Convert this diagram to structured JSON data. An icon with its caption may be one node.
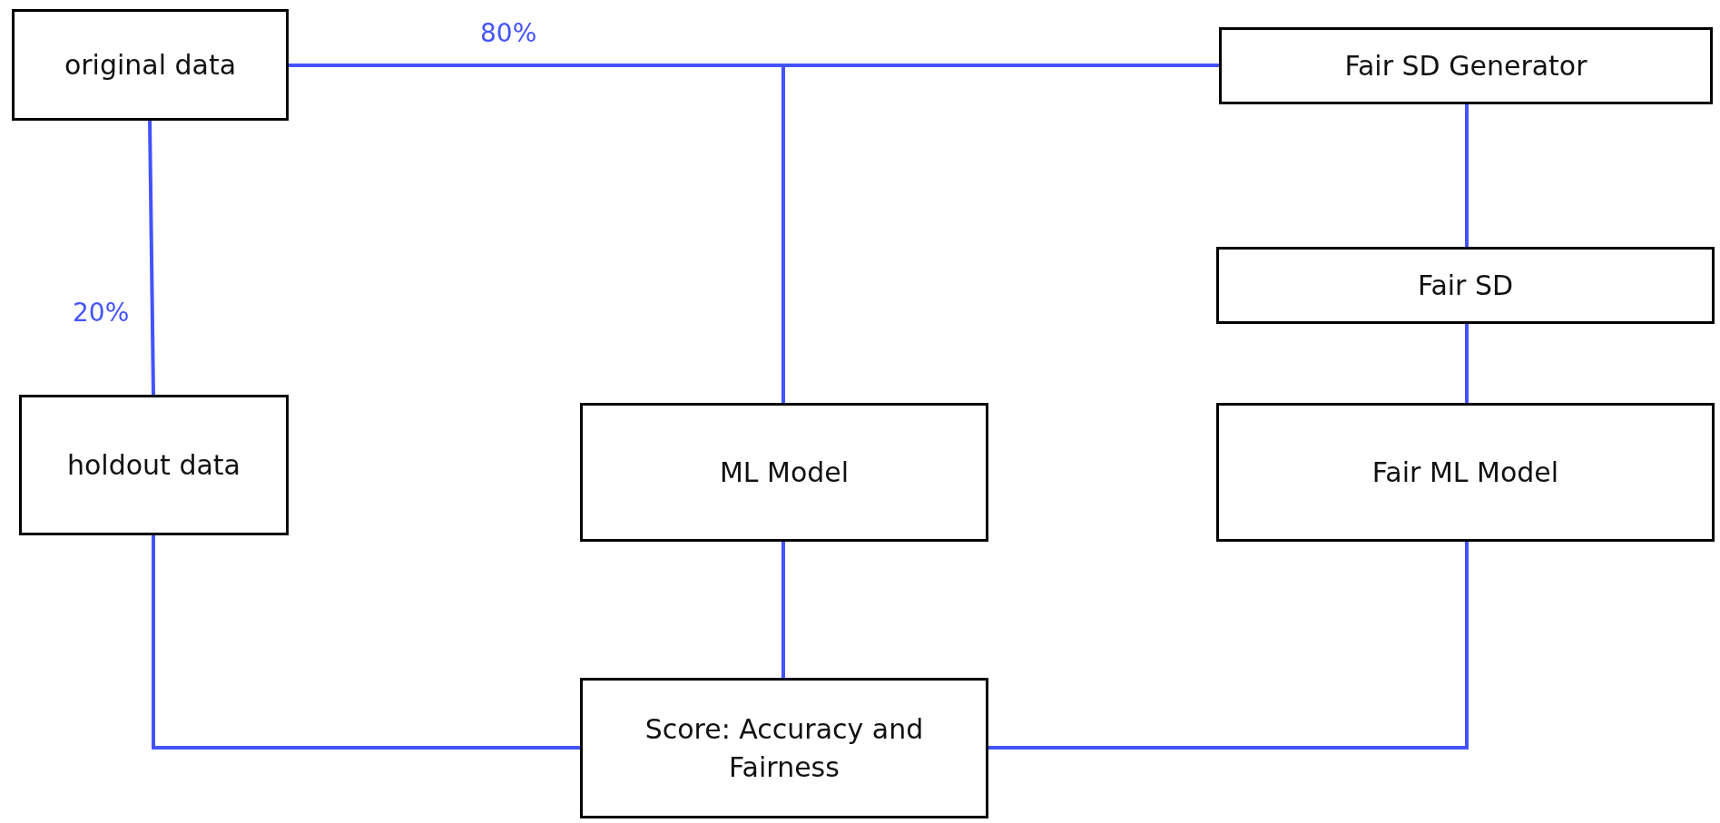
{
  "diagram": {
    "nodes": [
      {
        "text": [
          "original data"
        ]
      },
      {
        "text": [
          "Fair SD Generator"
        ]
      },
      {
        "text": [
          "Fair SD"
        ]
      },
      {
        "text": [
          "holdout data"
        ]
      },
      {
        "text": [
          "ML Model"
        ]
      },
      {
        "text": [
          "Fair ML Model"
        ]
      },
      {
        "text": [
          "Score: Accuracy and Fairness"
        ]
      }
    ],
    "edges": [
      {
        "from": 0,
        "to": 1,
        "arrow": "none",
        "label": "80%"
      },
      {
        "from": 0,
        "to": 4,
        "arrow": "none"
      },
      {
        "from": 0,
        "to": 3,
        "arrow": "none",
        "label": "20%"
      },
      {
        "from": 1,
        "to": 2,
        "arrow": "none"
      },
      {
        "from": 2,
        "to": 5,
        "arrow": "none"
      },
      {
        "from": 3,
        "to": 6,
        "arrow": "none"
      },
      {
        "from": 4,
        "to": 6,
        "arrow": "none"
      },
      {
        "from": 5,
        "to": 6,
        "arrow": "none"
      }
    ]
  }
}
